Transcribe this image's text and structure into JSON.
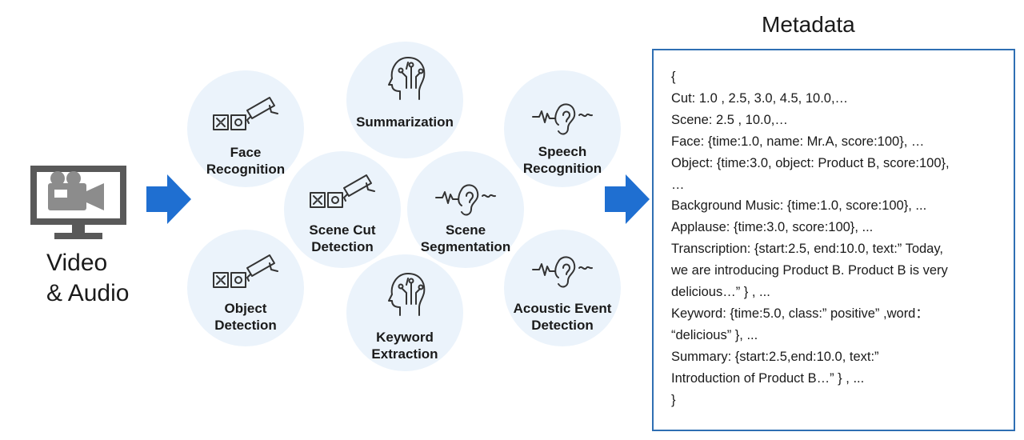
{
  "source": {
    "line1": "Video",
    "line2": "& Audio",
    "icon": "video-camera-monitor-icon"
  },
  "nodes": [
    {
      "id": "face",
      "lines": [
        "Face",
        "Recognition"
      ],
      "icon": "face-camera-icon"
    },
    {
      "id": "object",
      "lines": [
        "Object",
        "Detection"
      ],
      "icon": "object-camera-icon"
    },
    {
      "id": "scenecut",
      "lines": [
        "Scene Cut",
        "Detection"
      ],
      "icon": "scene-cut-camera-icon"
    },
    {
      "id": "summarization",
      "lines": [
        "Summarization"
      ],
      "icon": "brain-head-icon"
    },
    {
      "id": "keyword",
      "lines": [
        "Keyword",
        "Extraction"
      ],
      "icon": "brain-head-icon"
    },
    {
      "id": "segmentation",
      "lines": [
        "Scene",
        "Segmentation"
      ],
      "icon": "ear-waveform-icon"
    },
    {
      "id": "speech",
      "lines": [
        "Speech",
        "Recognition"
      ],
      "icon": "ear-waveform-icon"
    },
    {
      "id": "acoustic",
      "lines": [
        "Acoustic Event",
        "Detection"
      ],
      "icon": "ear-waveform-icon"
    }
  ],
  "metadata": {
    "title": "Metadata",
    "lines": [
      "{",
      "Cut: 1.0 , 2.5, 3.0, 4.5, 10.0,…",
      "Scene:  2.5 , 10.0,…",
      "Face: {time:1.0, name: Mr.A, score:100}, …",
      "Object: {time:3.0, object: Product B, score:100},",
      "…",
      "Background Music: {time:1.0, score:100}, ...",
      "Applause: {time:3.0, score:100}, ...",
      "Transcription: {start:2.5, end:10.0, text:” Today,",
      "we are introducing Product B. Product B is very",
      "delicious…” } , ...",
      "Keyword: {time:5.0, class:”  positive” ,word：",
      "“delicious” }, ...",
      "Summary: {start:2.5,end:10.0, text:”",
      "Introduction of Product B…” } , ...",
      "}"
    ]
  },
  "colors": {
    "arrow": "#1f6fd1",
    "circle": "#ebf3fb",
    "border": "#2f6fb3",
    "monitor": "#595959"
  }
}
